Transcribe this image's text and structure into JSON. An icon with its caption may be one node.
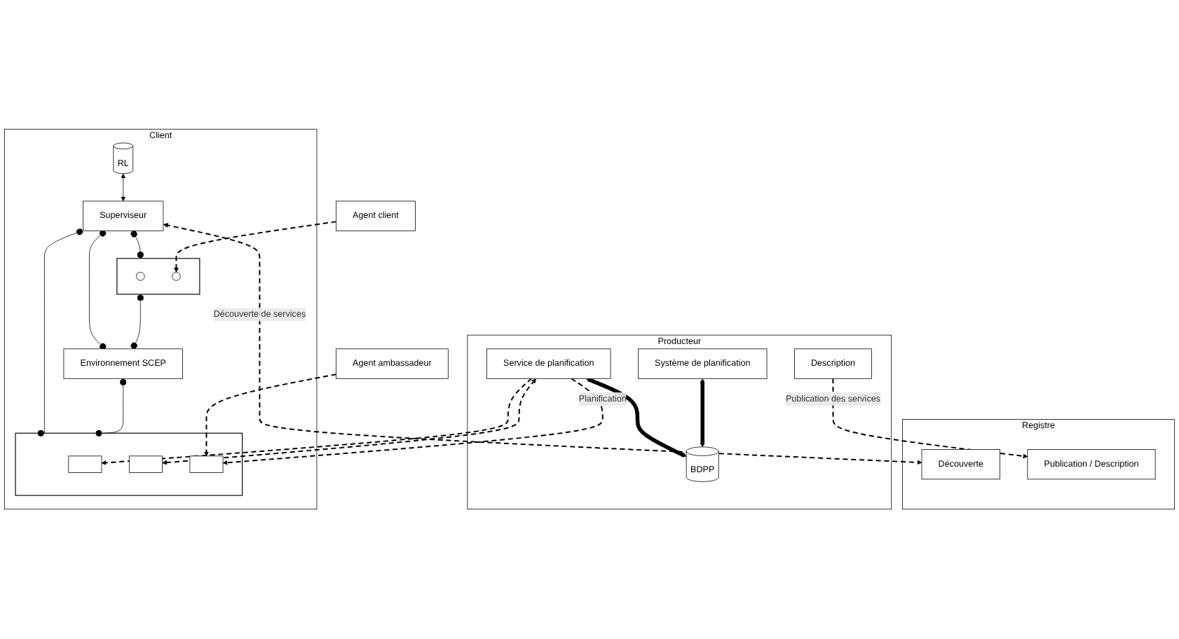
{
  "diagram": {
    "nodes": [
      {
        "text": [
          "Registre"
        ]
      },
      {
        "text": [
          "Découverte"
        ],
        "in": 0
      },
      {
        "text": [
          "Publication / Description"
        ],
        "in": 0
      },
      {
        "text": [
          "Client"
        ]
      },
      {
        "text": [
          "RL"
        ],
        "in": 3
      },
      {
        "text": [
          "Superviseur"
        ],
        "in": 3
      },
      {
        "text": [],
        "shape": "box",
        "in": 3
      },
      {
        "text": [],
        "shape": "circle",
        "in": 6
      },
      {
        "text": [],
        "shape": "circle",
        "in": 6
      },
      {
        "text": [
          "Environnement SCEP"
        ],
        "in": 3
      },
      {
        "text": [],
        "shape": "box",
        "in": 3
      },
      {
        "text": [],
        "shape": "box",
        "in": 10
      },
      {
        "text": [],
        "shape": "box",
        "in": 10
      },
      {
        "text": [],
        "shape": "box",
        "in": 10
      },
      {
        "text": [
          "Producteur"
        ]
      },
      {
        "text": [
          "Description"
        ],
        "in": 14
      },
      {
        "text": [
          "Système de planification"
        ],
        "in": 14
      },
      {
        "text": [
          "Service de planification"
        ],
        "in": 14
      },
      {
        "text": [
          "BDPP"
        ],
        "in": 14
      },
      {
        "text": [
          "Agent client"
        ]
      },
      {
        "text": [
          "Agent ambassadeur"
        ]
      }
    ],
    "edges": [
      {
        "from": 5,
        "to": 1,
        "arrow": "both",
        "style": "dashed",
        "label": "Découverte de services"
      },
      {
        "from": 15,
        "to": 2,
        "arrow": "to",
        "style": "dashed",
        "label": "Publication des services"
      },
      {
        "from": 4,
        "to": 5,
        "arrow": "both"
      },
      {
        "from": 5,
        "to": 6,
        "arrow": "other"
      },
      {
        "from": 5,
        "to": 9,
        "arrow": "other"
      },
      {
        "from": 5,
        "to": 10,
        "arrow": "other"
      },
      {
        "from": 6,
        "to": 9,
        "arrow": "other"
      },
      {
        "from": 9,
        "to": 10,
        "arrow": "other"
      },
      {
        "from": 17,
        "to": 11,
        "arrow": "to",
        "style": "dashed"
      },
      {
        "from": 17,
        "to": 12,
        "arrow": "both",
        "style": "dashed"
      },
      {
        "from": 17,
        "to": 13,
        "arrow": "to",
        "style": "dashed",
        "label": "Planification"
      },
      {
        "from": 17,
        "to": 18,
        "arrow": "both",
        "style": "thick"
      },
      {
        "from": 16,
        "to": 18,
        "arrow": "both",
        "style": "thick"
      },
      {
        "from": 19,
        "to": 8,
        "arrow": "to",
        "style": "dashed"
      },
      {
        "from": 20,
        "to": 13,
        "arrow": "to",
        "style": "dashed"
      }
    ]
  }
}
